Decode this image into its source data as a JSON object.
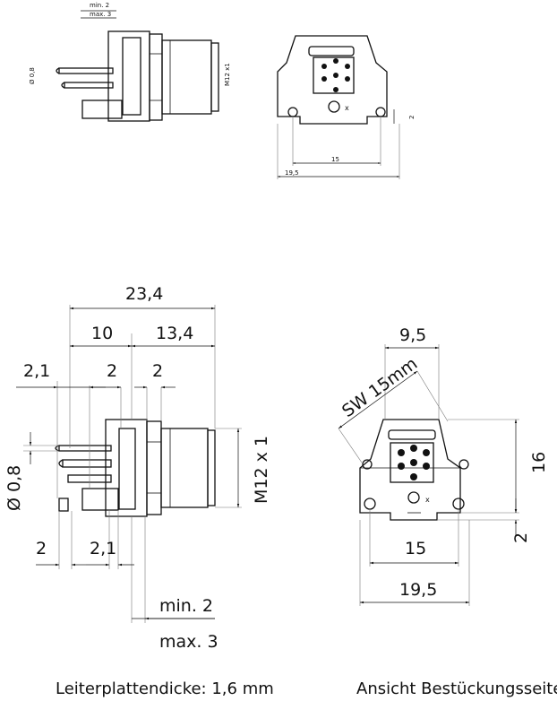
{
  "labels": {
    "overall_length": "23,4",
    "len_10": "10",
    "len_13_4": "13,4",
    "len_2_1_top": "2,1",
    "len_2_a": "2",
    "len_2_b": "2",
    "pin_dia": "Ø 0,8",
    "thread": "M12 x 1",
    "len_2_bottom": "2",
    "len_2_1_bottom": "2,1",
    "min_2": "min. 2",
    "max_3": "max. 3",
    "width_9_5": "9,5",
    "wrench": "SW 15mm",
    "height_16": "16",
    "height_2": "2",
    "width_15": "15",
    "width_19_5": "19,5",
    "x_mark": "x"
  },
  "thumb_labels": {
    "min_2": "min. 2",
    "max_3": "max. 3",
    "pin_dia": "Ø 0,8",
    "thread": "M12 x1",
    "width_15": "15",
    "width_19_5": "19,5",
    "height_2": "2",
    "x_mark": "x"
  },
  "captions": {
    "left": "Leiterplattendicke: 1,6 mm",
    "right": "Ansicht Bestückungsseite"
  }
}
